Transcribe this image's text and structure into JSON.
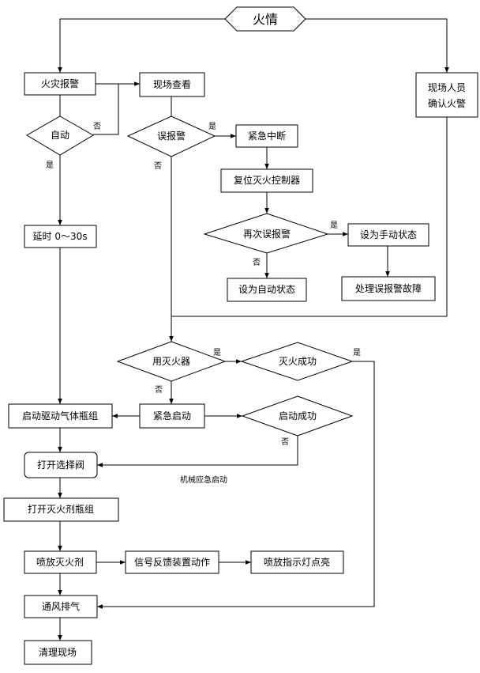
{
  "nodes": {
    "fire": "火情",
    "fire_alarm": "火灾报警",
    "auto": "自动",
    "site_check": "现场查看",
    "staff_confirm_1": "现场人员",
    "staff_confirm_2": "确认火警",
    "false_alarm": "误报警",
    "emergency_stop": "紧急中断",
    "reset_controller": "复位灭火控制器",
    "again_false_alarm": "再次误报警",
    "set_manual": "设为手动状态",
    "set_auto": "设为自动状态",
    "handle_fault": "处理误报警故障",
    "delay": "延时 0～30s",
    "use_extinguisher": "用灭火器",
    "extinguish_success": "灭火成功",
    "start_drive_gas": "启动驱动气体瓶组",
    "emergency_start": "紧急启动",
    "start_success": "启动成功",
    "open_valve": "打开选择阀",
    "open_agent_bottles": "打开灭火剂瓶组",
    "release_agent": "喷放灭火剂",
    "signal_feedback": "信号反馈装置动作",
    "release_light": "喷放指示灯点亮",
    "ventilate": "通风排气",
    "clean_site": "清理现场"
  },
  "edge_labels": {
    "no": "否",
    "yes": "是",
    "mechanical_start": "机械应急启动"
  }
}
